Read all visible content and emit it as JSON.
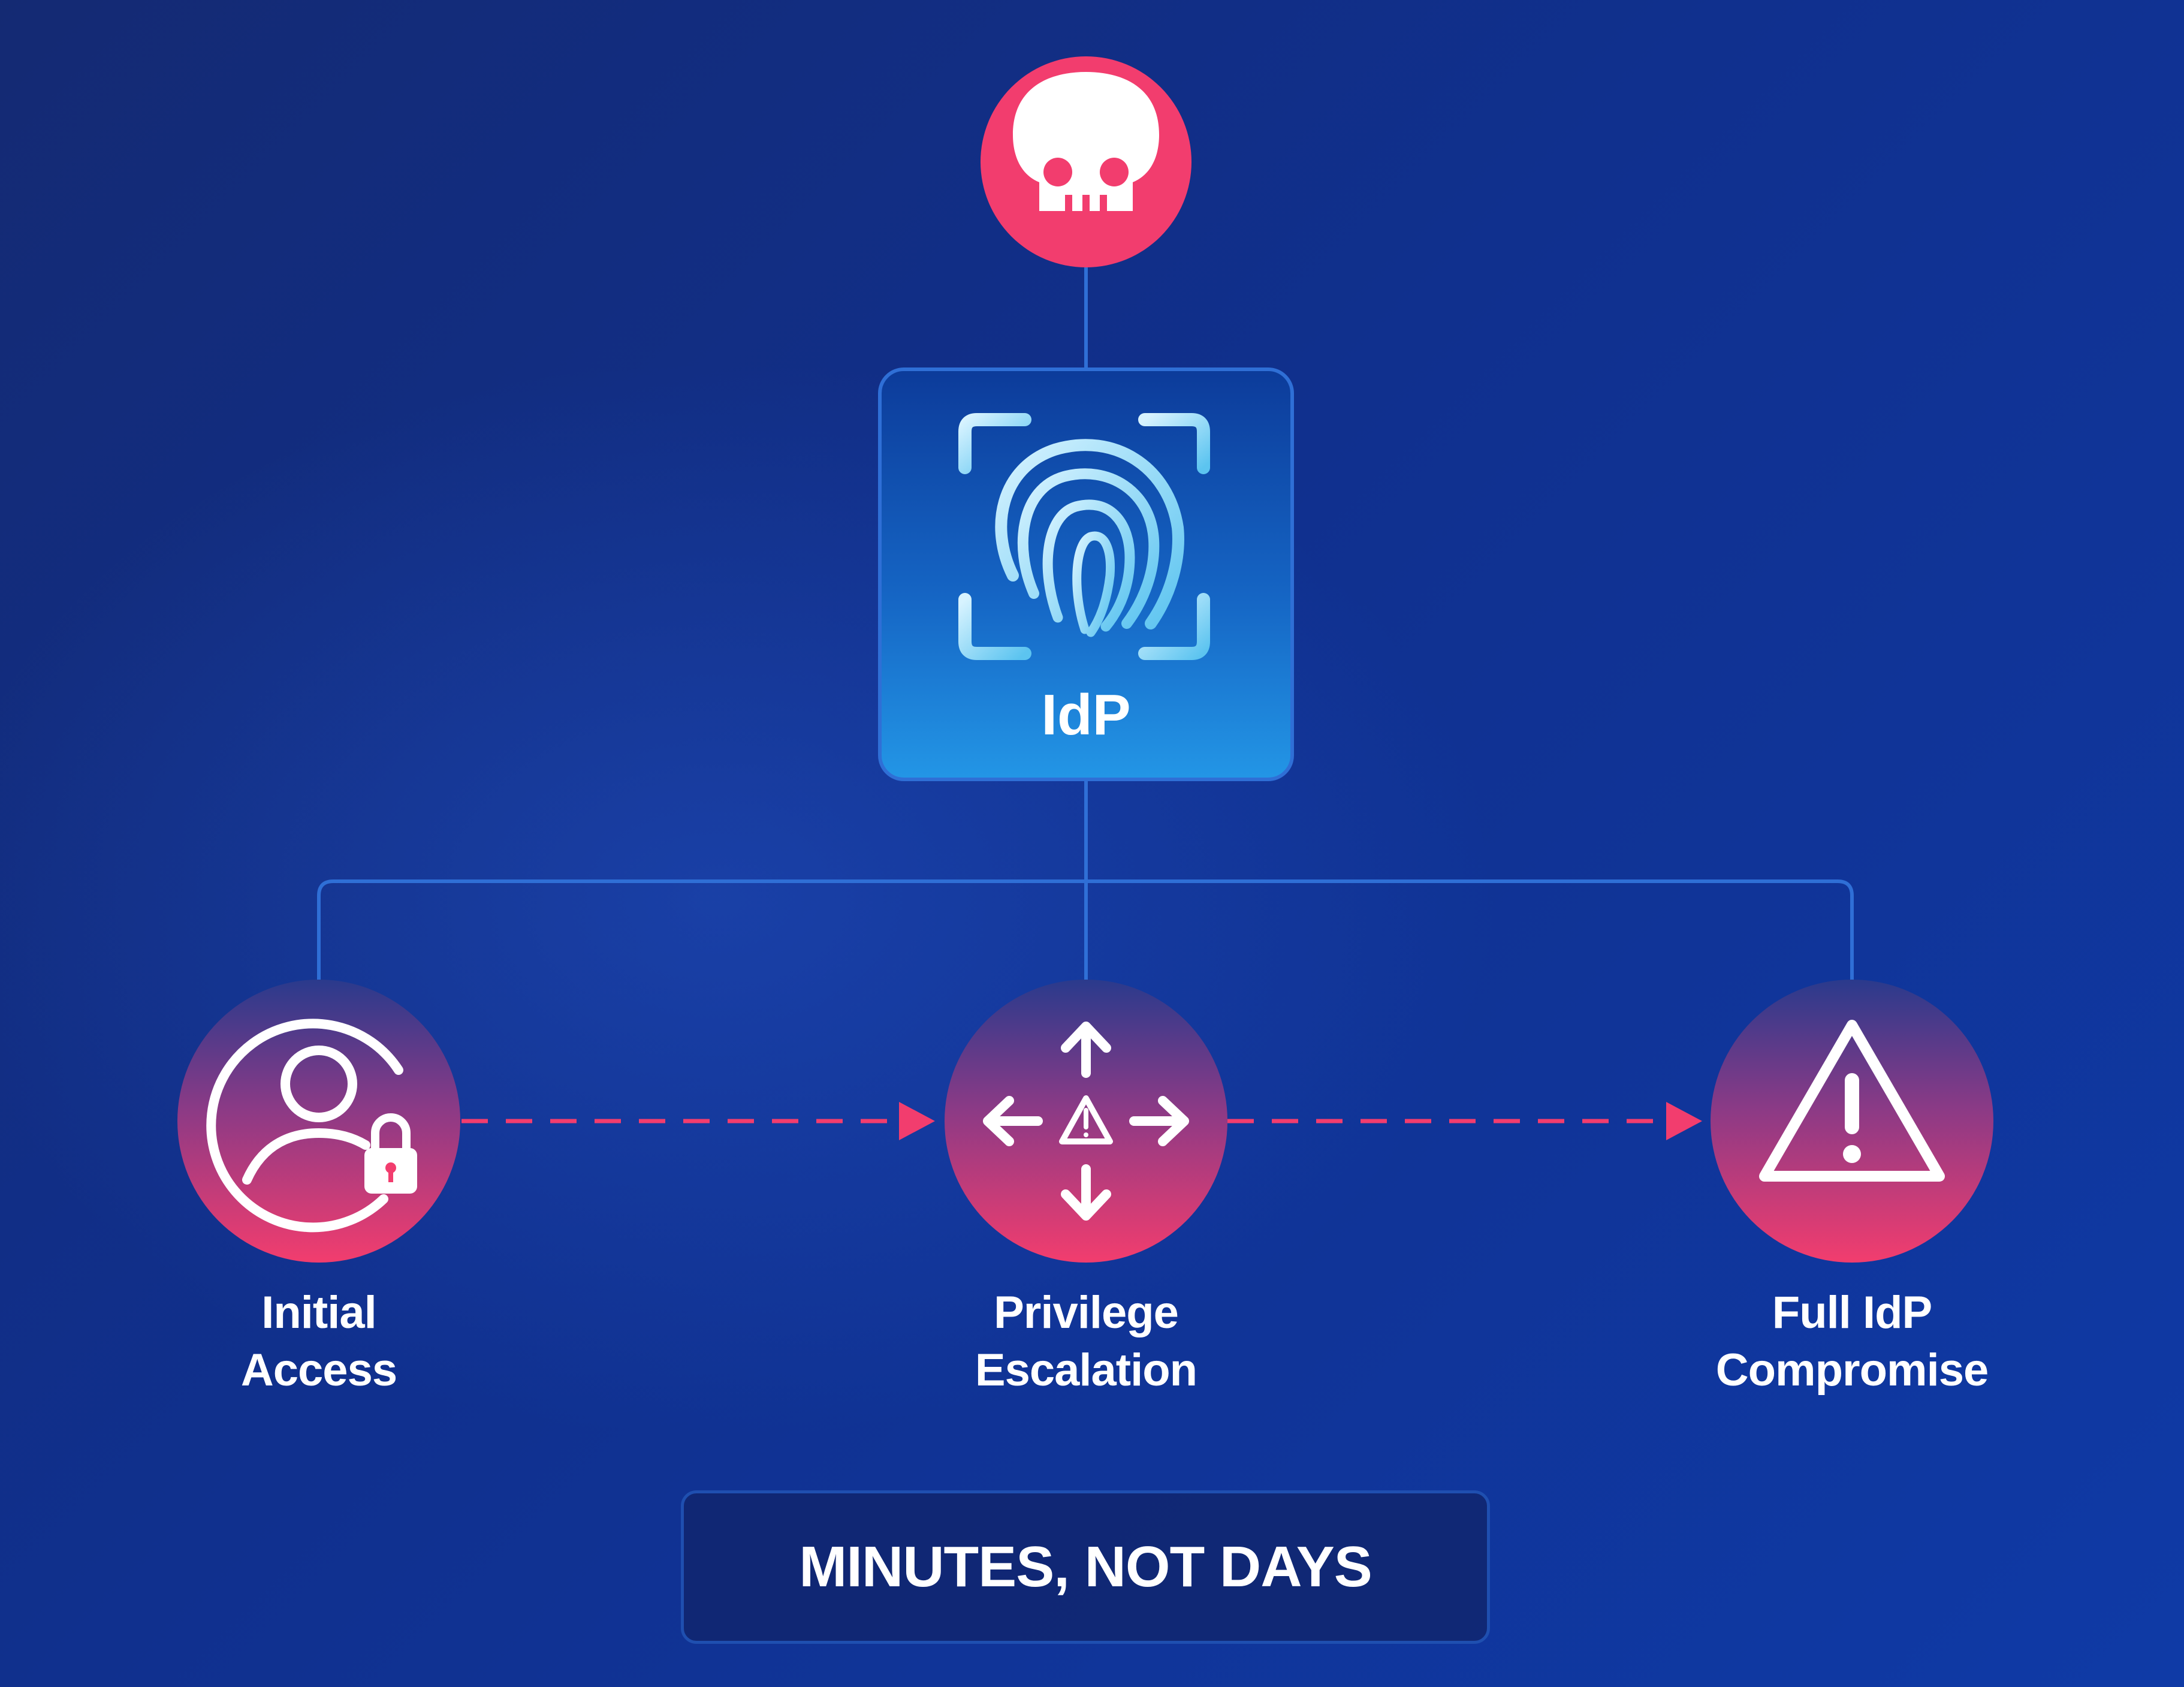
{
  "diagram": {
    "threat_node": {
      "icon": "skull-icon"
    },
    "idp_node": {
      "label": "IdP",
      "icon": "fingerprint-icon"
    },
    "stages": [
      {
        "line1": "Initial",
        "line2": "Access",
        "icon": "user-lock-icon"
      },
      {
        "line1": "Privilege",
        "line2": "Escalation",
        "icon": "expand-arrows-warning-icon"
      },
      {
        "line1": "Full IdP",
        "line2": "Compromise",
        "icon": "warning-triangle-icon"
      }
    ],
    "banner": "MINUTES, NOT DAYS"
  },
  "colors": {
    "accent_pink": "#f23d6e",
    "connector_blue": "#2f6fd6",
    "idp_box_top": "#0c3b9a",
    "idp_box_bottom": "#1e90e0"
  }
}
